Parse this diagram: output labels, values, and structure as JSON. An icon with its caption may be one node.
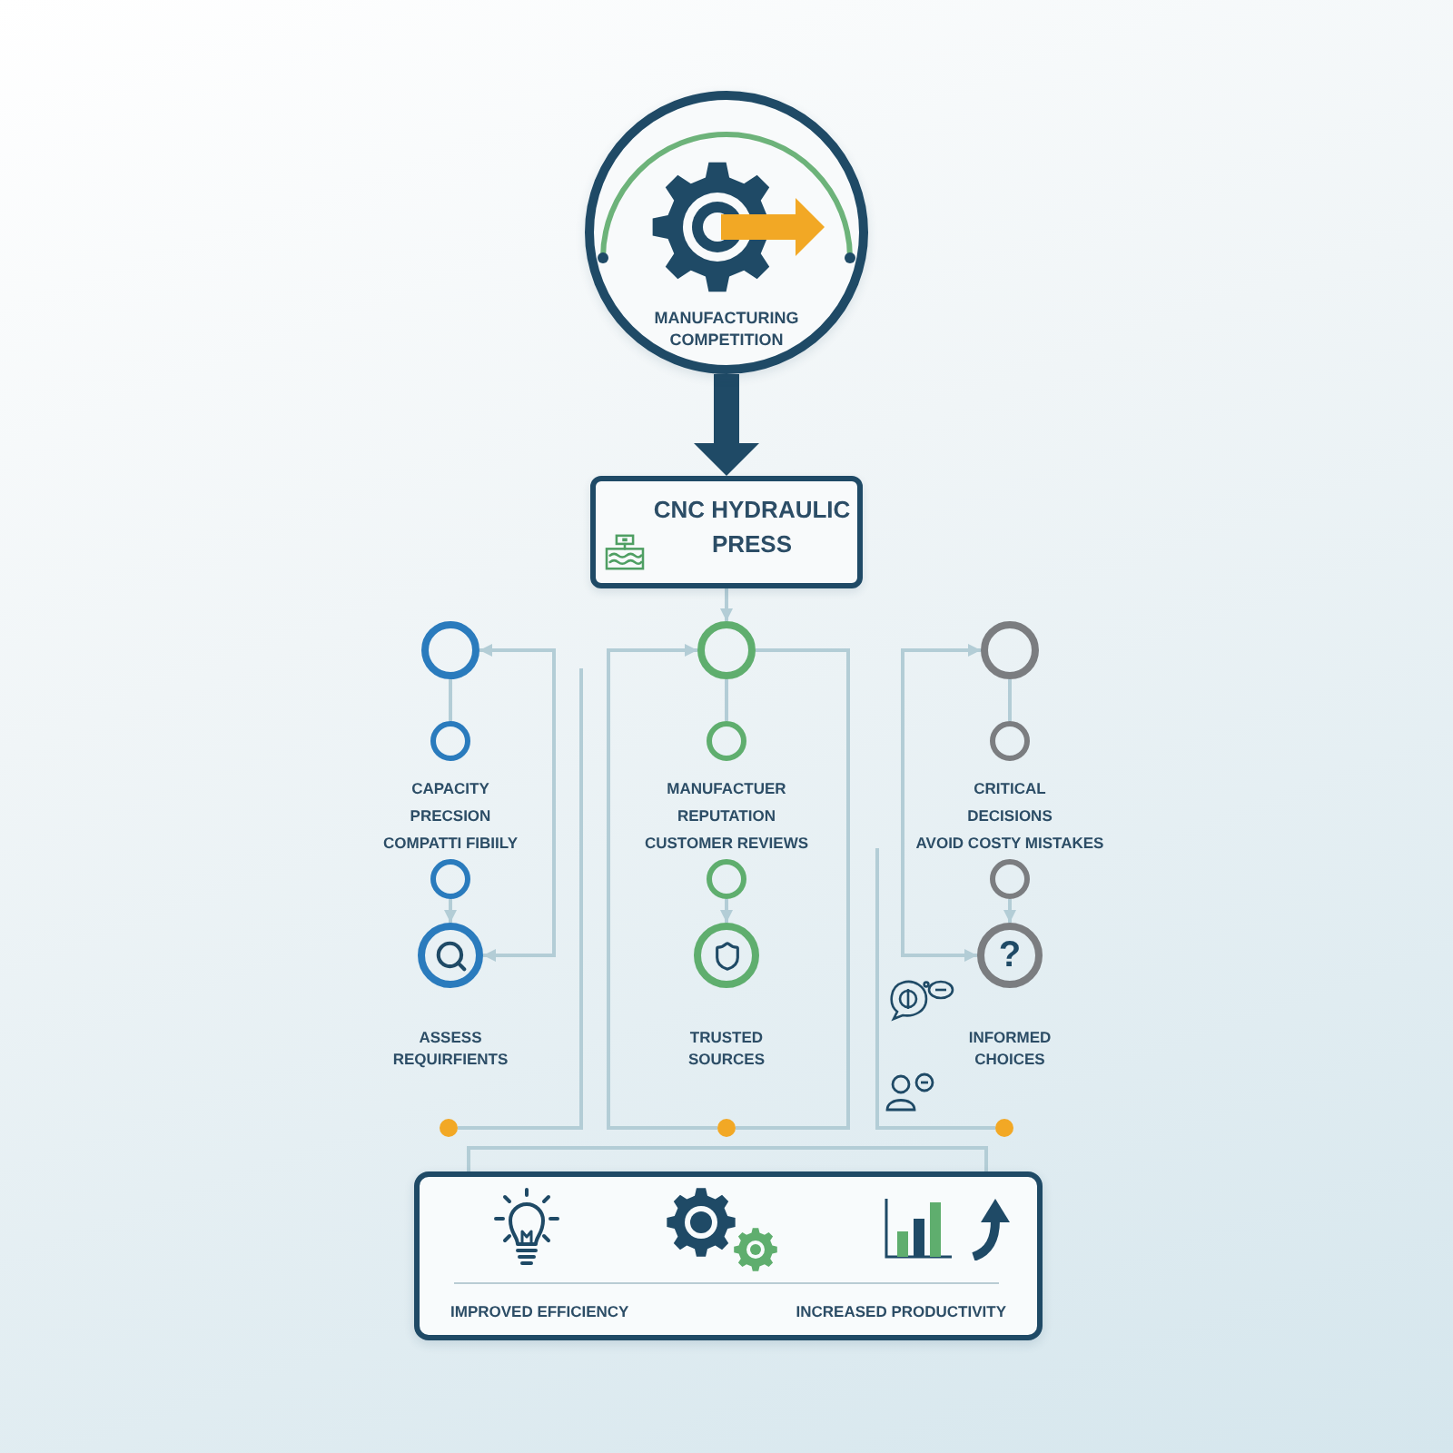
{
  "diagram": {
    "nodes": [
      {
        "text": [
          "MANUFACTURING COMPETITION"
        ]
      },
      {
        "text": [
          "CNC HYDRAULIC PRESS"
        ]
      },
      {
        "text": [],
        "shape": "circle"
      },
      {
        "text": [],
        "shape": "circle",
        "beside": [
          "CAPACITY",
          "PRECSION",
          "COMPATTI FIBIILY"
        ]
      },
      {
        "text": [],
        "shape": "circle"
      },
      {
        "text": [],
        "shape": "circle",
        "beside": [
          "ASSESS REQUIRFIENTS"
        ]
      },
      {
        "text": [],
        "shape": "circle"
      },
      {
        "text": [],
        "shape": "circle",
        "beside": [
          "MANUFACTUER REPUTATION",
          "CUSTOMER REVIEWS"
        ]
      },
      {
        "text": [],
        "shape": "circle"
      },
      {
        "text": [],
        "shape": "circle",
        "beside": [
          "TRUSTED SOURCES"
        ]
      },
      {
        "text": [],
        "shape": "circle"
      },
      {
        "text": [],
        "shape": "circle",
        "beside": [
          "CRITICAL DECISIONS",
          "AVOID COSTY MISTAKES"
        ]
      },
      {
        "text": [],
        "shape": "circle"
      },
      {
        "text": [
          "?"
        ],
        "beside": [
          "INFORMED CHOICES"
        ]
      },
      {
        "text": [],
        "shape": "circle"
      },
      {
        "text": [],
        "shape": "circle"
      },
      {
        "text": [],
        "shape": "circle"
      },
      {
        "text": [
          "IMPROVED EFFICIENCY",
          "INCREASED PRODUCTIVITY"
        ]
      }
    ],
    "edges": [
      {
        "from": 0,
        "to": 1,
        "arrow": "to",
        "style": "thick"
      },
      {
        "from": 1,
        "to": 6,
        "arrow": "to"
      },
      {
        "from": 2,
        "to": 3,
        "arrow": "none"
      },
      {
        "from": 4,
        "to": 5,
        "arrow": "to"
      },
      {
        "from": 2,
        "to": 5,
        "arrow": "both"
      },
      {
        "from": 6,
        "to": 7,
        "arrow": "none"
      },
      {
        "from": 8,
        "to": 9,
        "arrow": "to"
      },
      {
        "from": 15,
        "to": 6,
        "arrow": "to"
      },
      {
        "from": 6,
        "to": 15,
        "arrow": "none"
      },
      {
        "from": 10,
        "to": 11,
        "arrow": "none"
      },
      {
        "from": 12,
        "to": 13,
        "arrow": "to"
      },
      {
        "from": 10,
        "to": 13,
        "arrow": "both"
      },
      {
        "from": 14,
        "to": null,
        "arrow": "none"
      },
      {
        "from": 16,
        "to": null,
        "arrow": "none"
      }
    ]
  }
}
